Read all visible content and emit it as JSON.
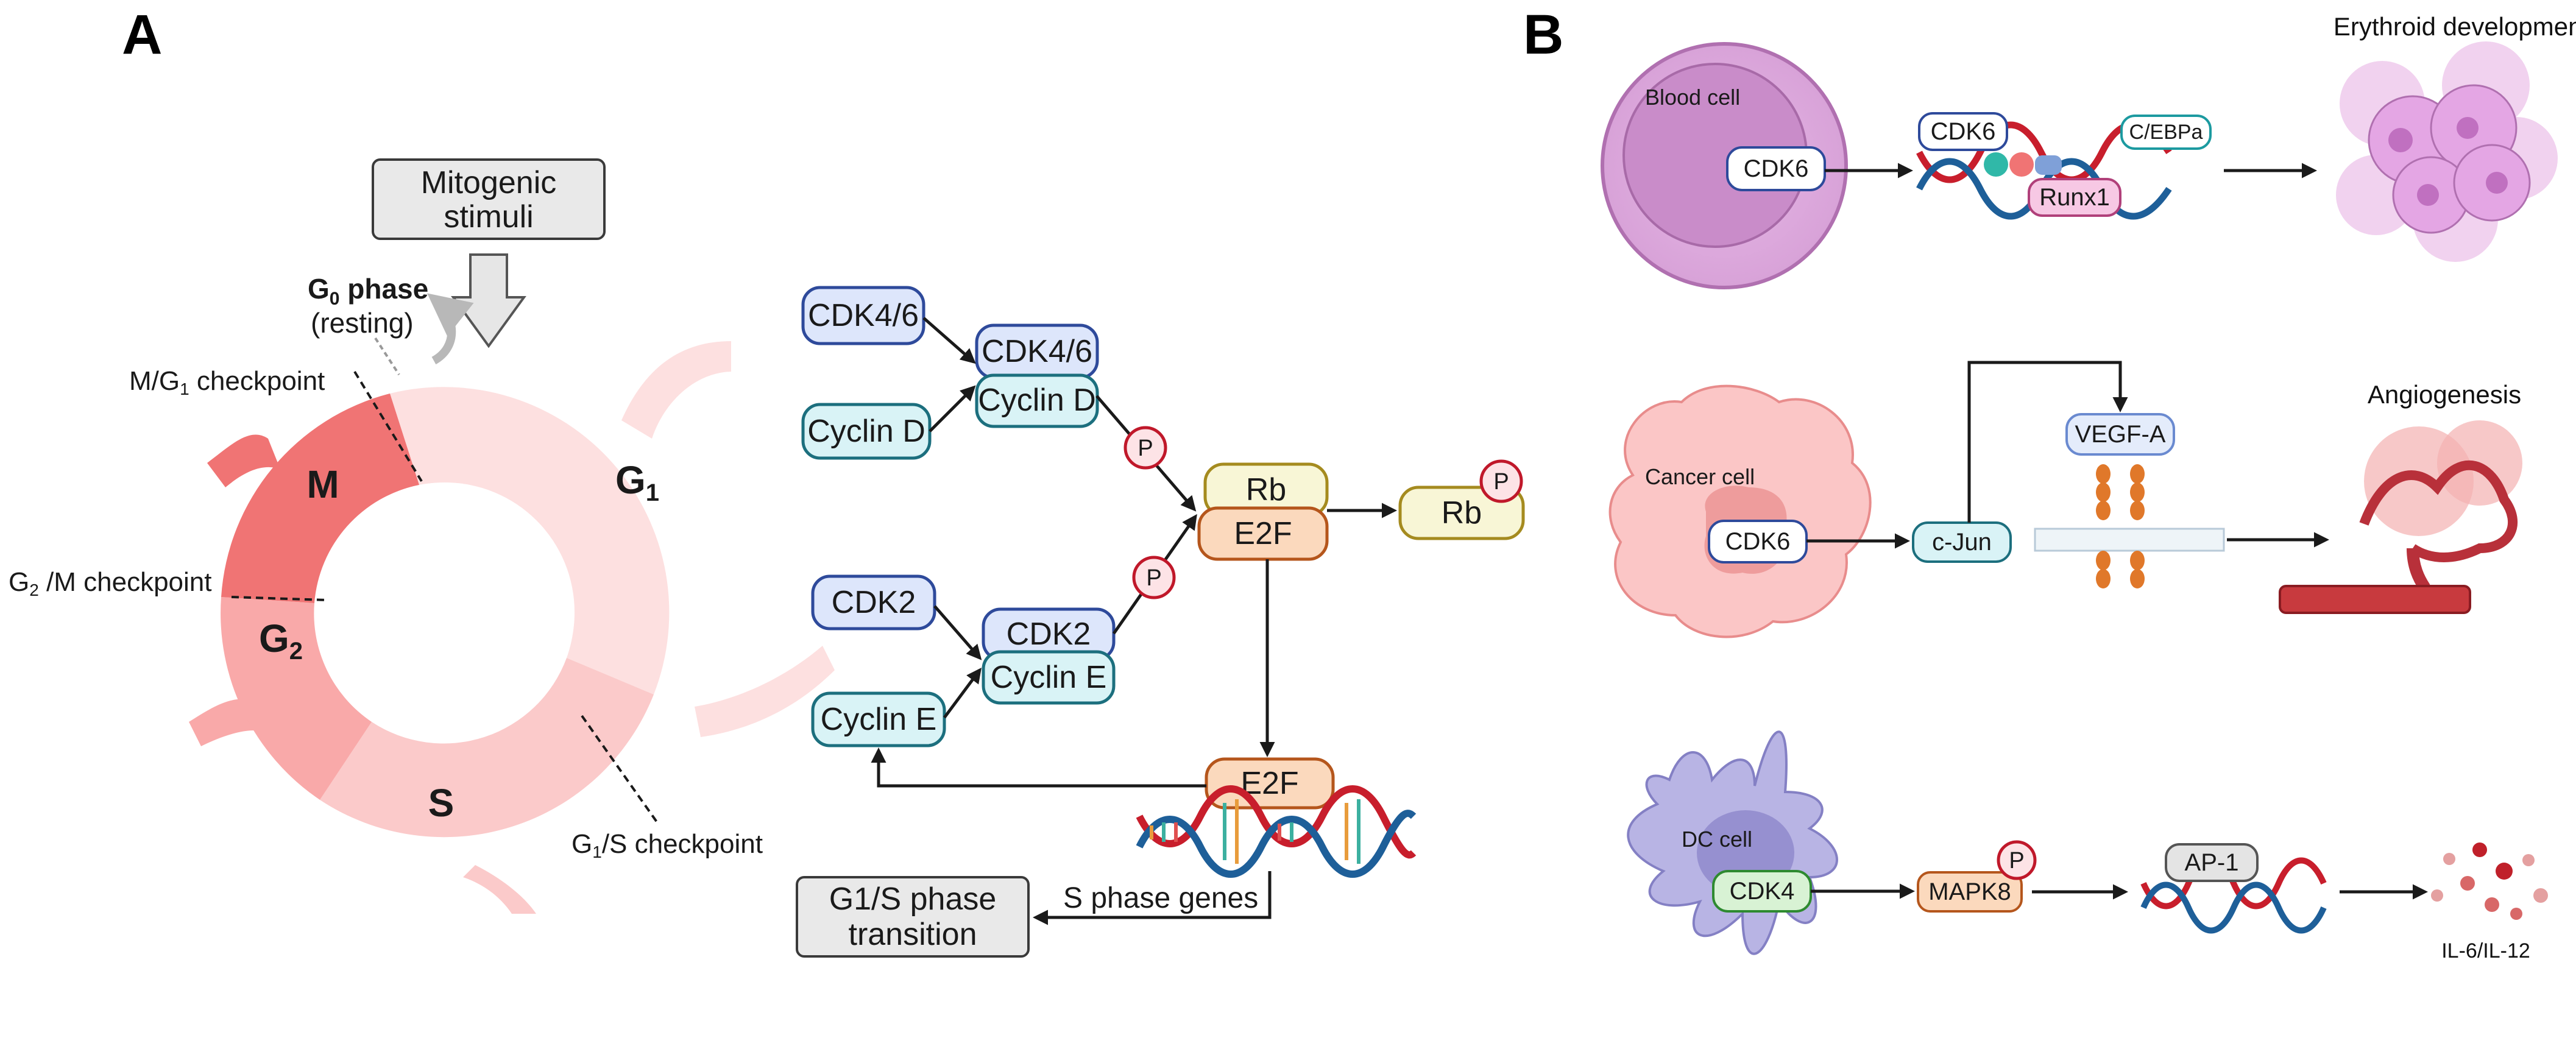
{
  "panel_a": {
    "letter": "A",
    "mitogenic": [
      "Mitogenic",
      "stimuli"
    ],
    "g0_phase": "G",
    "g0_sub": "0",
    "g0_phase_word": " phase",
    "g0_resting": "(resting)",
    "phases": {
      "m": "M",
      "g1": "G",
      "g1_sub": "1",
      "g2": "G",
      "g2_sub": "2",
      "s": "S"
    },
    "checkpoints": {
      "mg1": "M/G",
      "mg1_sub": "1",
      "mg1_rest": " checkpoint",
      "g2m": "G",
      "g2m_sub": "2",
      "g2m_rest": " /M checkpoint",
      "g1s": "G",
      "g1s_sub": "1",
      "g1s_rest": "/S checkpoint"
    },
    "pathway": {
      "cdk46": "CDK4/6",
      "cyclin_d": "Cyclin D",
      "complex_cdk46": "CDK4/6",
      "complex_cyclin_d": "Cyclin D",
      "cdk2": "CDK2",
      "cyclin_e": "Cyclin E",
      "complex_cdk2": "CDK2",
      "complex_cyclin_e": "Cyclin E",
      "rb": "Rb",
      "e2f": "E2F",
      "rb_p": "Rb",
      "p": "P",
      "e2f_free": "E2F",
      "s_phase_genes": "S phase genes",
      "transition": [
        "G1/S phase",
        "transition"
      ]
    }
  },
  "panel_b": {
    "letter": "B",
    "row1": {
      "cell": "Blood cell",
      "cdk6": "CDK6",
      "dna_cdk6": "CDK6",
      "runx1": "Runx1",
      "cebpa": "C/EBPa",
      "outcome": "Erythroid development"
    },
    "row2": {
      "cell": "Cancer cell",
      "cdk6": "CDK6",
      "cjun": "c-Jun",
      "vegfa": "VEGF-A",
      "outcome": "Angiogenesis"
    },
    "row3": {
      "cell": "DC  cell",
      "cdk4": "CDK4",
      "mapk8": "MAPK8",
      "p": "P",
      "ap1": "AP-1",
      "outcome": "IL-6/IL-12"
    }
  },
  "colors": {
    "m_phase": "#f07474",
    "g2_phase": "#f9a9a9",
    "s_phase": "#fbcaca",
    "g1_phase": "#fde0e0",
    "cdk_blue_fill": "#dde6fb",
    "cdk_blue_stroke": "#2e4a9b",
    "cyclin_fill": "#d9f3f6",
    "cyclin_stroke": "#1c6f7e",
    "rb_fill": "#f8f6d6",
    "rb_stroke": "#a58b1f",
    "e2f_fill": "#fbd9bd",
    "e2f_stroke": "#b5561c",
    "grey_box": "#e9e9e9"
  }
}
